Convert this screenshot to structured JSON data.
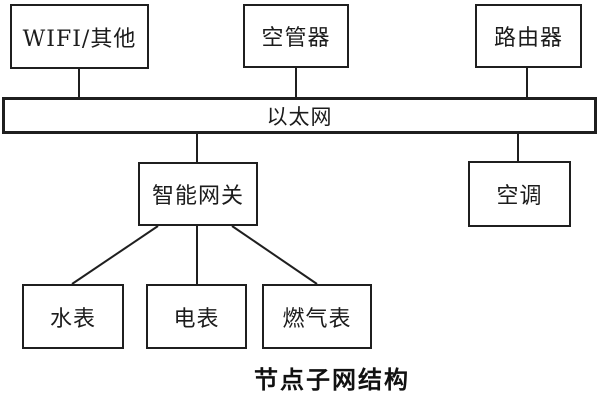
{
  "nodes": {
    "wifi": {
      "label": "WIFI/其他"
    },
    "air_controller": {
      "label": "空管器"
    },
    "router": {
      "label": "路由器"
    },
    "ethernet": {
      "label": "以太网"
    },
    "gateway": {
      "label": "智能网关"
    },
    "air_conditioner": {
      "label": "空调"
    },
    "water_meter": {
      "label": "水表"
    },
    "electric_meter": {
      "label": "电表"
    },
    "gas_meter": {
      "label": "燃气表"
    }
  },
  "edges": [
    {
      "from": "wifi",
      "to": "ethernet"
    },
    {
      "from": "air_controller",
      "to": "ethernet"
    },
    {
      "from": "router",
      "to": "ethernet"
    },
    {
      "from": "ethernet",
      "to": "gateway"
    },
    {
      "from": "ethernet",
      "to": "air_conditioner"
    },
    {
      "from": "gateway",
      "to": "water_meter"
    },
    {
      "from": "gateway",
      "to": "electric_meter"
    },
    {
      "from": "gateway",
      "to": "gas_meter"
    }
  ],
  "caption": "节点子网结构",
  "colors": {
    "line": "#1f1f1f",
    "background": "#ffffff",
    "text": "#1c1c1c"
  }
}
